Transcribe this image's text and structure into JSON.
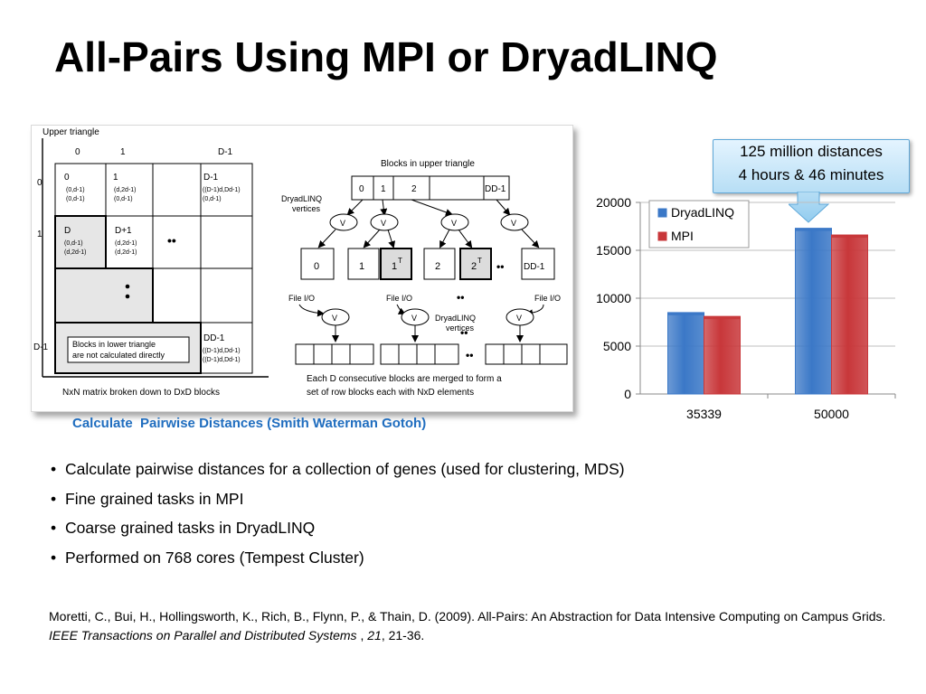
{
  "title": "All-Pairs Using MPI or DryadLINQ",
  "figure": {
    "matrix": {
      "upper_triangle": "Upper triangle",
      "col_headers": [
        "0",
        "1",
        "D-1"
      ],
      "row_headers": [
        "0",
        "1",
        "D-1"
      ],
      "cell_00": {
        "title": "0",
        "l1": "(0,d-1)",
        "l2": "(0,d-1)"
      },
      "cell_01": {
        "title": "1",
        "l1": "(d,2d-1)",
        "l2": "(0,d-1)"
      },
      "cell_0last": {
        "title": "D-1",
        "l1": "((D-1)d,Dd-1)",
        "l2": "(0,d-1)"
      },
      "cell_10": {
        "title": "D",
        "l1": "(0,d-1)",
        "l2": "(d,2d-1)"
      },
      "cell_11": {
        "title": "D+1",
        "l1": "(d,2d-1)",
        "l2": "(d,2d-1)"
      },
      "cell_lastlast": {
        "title": "DD-1",
        "l1": "((D-1)d,Dd-1)",
        "l2": "((D-1)d,Dd-1)"
      },
      "lower_note_1": "Blocks in lower triangle",
      "lower_note_2": "are not calculated directly",
      "ellipsis": "••",
      "footer": "NxN matrix broken down to DxD blocks"
    },
    "flow": {
      "blocks_label": "Blocks in upper triangle",
      "top_blocks": [
        "0",
        "1",
        "2",
        "DD-1"
      ],
      "vertices_label_1": "DryadLINQ",
      "vertices_label_2": "vertices",
      "vertex": "V",
      "mid_blocks": [
        "0",
        "1",
        "1",
        "2",
        "2",
        "DD-1"
      ],
      "transpose": "T",
      "ellipsis": "••",
      "file_io": "File I/O",
      "merge_note_1": "Each D consecutive blocks are merged to form a",
      "merge_note_2": "set of row blocks each with NxD elements"
    }
  },
  "caption": "Calculate  Pairwise Distances (Smith Waterman Gotoh)",
  "callout": {
    "line1": "125 million distances",
    "line2": "4 hours & 46 minutes"
  },
  "chart_data": {
    "type": "bar",
    "categories": [
      "35339",
      "50000"
    ],
    "series": [
      {
        "name": "DryadLINQ",
        "values": [
          8500,
          17300
        ],
        "color": "#3b78c7"
      },
      {
        "name": "MPI",
        "values": [
          8100,
          16600
        ],
        "color": "#c8373a"
      }
    ],
    "ylim": [
      0,
      20000
    ],
    "yticks": [
      "0",
      "5000",
      "10000",
      "15000",
      "20000"
    ],
    "grid": true,
    "legend": "top-left"
  },
  "bullets": [
    "Calculate pairwise distances for a collection of genes (used for clustering, MDS)",
    "Fine grained tasks in MPI",
    "Coarse grained tasks in DryadLINQ",
    "Performed on 768 cores (Tempest Cluster)"
  ],
  "reference": {
    "authors": "Moretti, C., Bui, H., Hollingsworth, K., Rich, B., Flynn, P., & Thain, D. (2009). All-Pairs: An Abstraction for Data Intensive Computing on Campus Grids. ",
    "journal": "IEEE Transactions on Parallel and Distributed Systems",
    "sep": " , ",
    "volume": "21",
    "pages": ", 21-36."
  }
}
